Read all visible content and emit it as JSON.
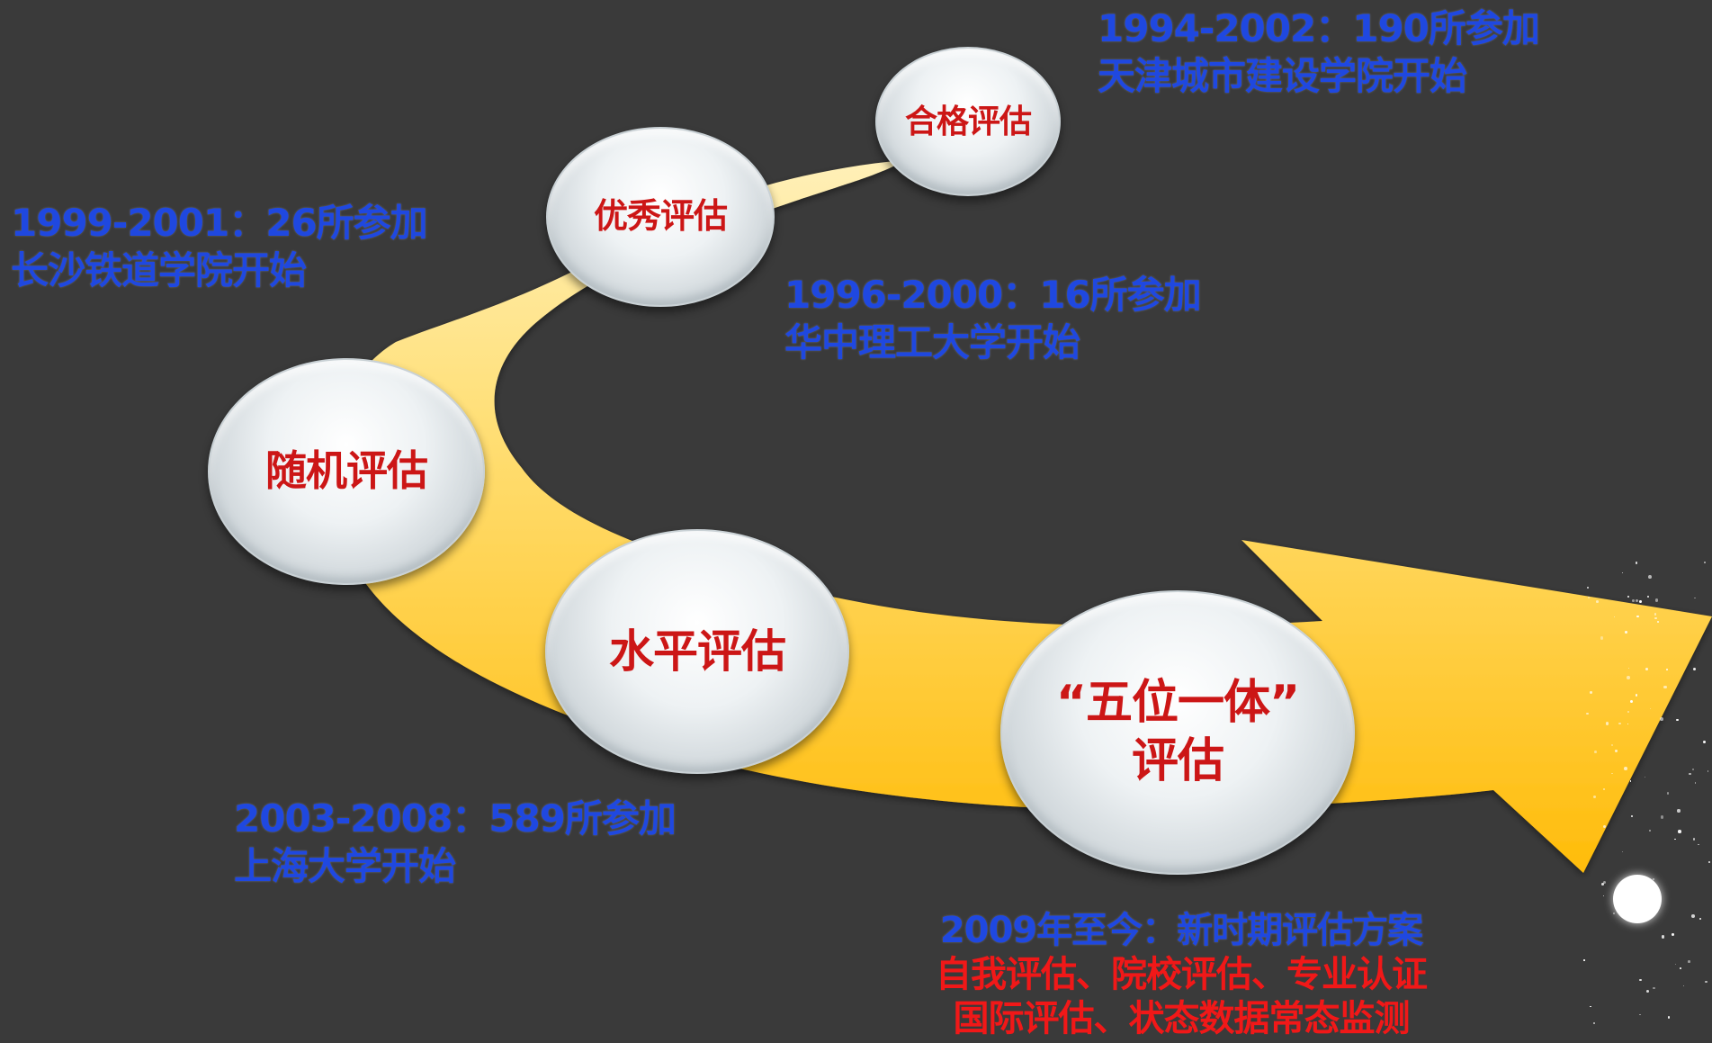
{
  "nodes": {
    "qualified": "合格评估",
    "excellent": "优秀评估",
    "random": "随机评估",
    "level": "水平评估",
    "five_in_one_line1": "“五位一体”",
    "five_in_one_line2": "评估"
  },
  "captions": {
    "qualified": {
      "line1": "1994-2002：190所参加",
      "line2": "天津城市建设学院开始"
    },
    "random": {
      "line1": "1999-2001：26所参加",
      "line2": "长沙铁道学院开始"
    },
    "excellent": {
      "line1": "1996-2000：16所参加",
      "line2": "华中理工大学开始"
    },
    "level": {
      "line1": "2003-2008：589所参加",
      "line2": "上海大学开始"
    },
    "five_in_one": {
      "line1": "2009年至今：新时期评估方案",
      "line2": "自我评估、院校评估、专业认证",
      "line3": "国际评估、状态数据常态监测"
    }
  },
  "colors": {
    "background": "#3a3a3a",
    "arrow_light": "#ffe79a",
    "arrow_dark": "#ffbf10",
    "caption_blue": "#1f48e0",
    "caption_red": "#f11818",
    "node_text": "#cc1616"
  }
}
